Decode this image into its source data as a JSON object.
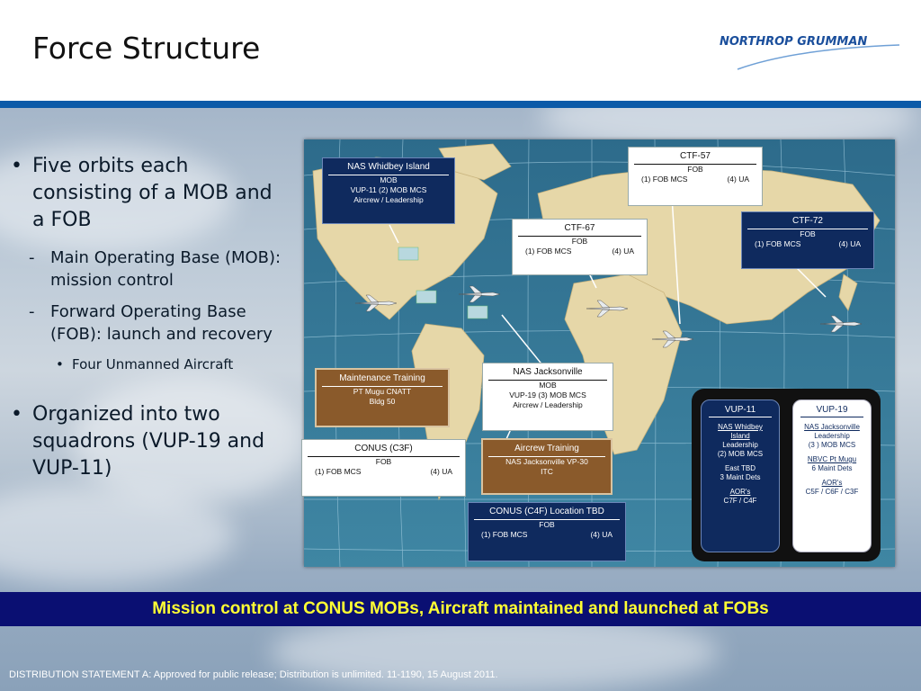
{
  "slide": {
    "title": "Force Structure",
    "logo_text": "NORTHROP GRUMMAN",
    "bullets": {
      "b1": "Five orbits each consisting of a MOB and a FOB",
      "b1_sub1": "Main Operating Base (MOB): mission control",
      "b1_sub2": "Forward Operating Base (FOB): launch and recovery",
      "b1_sub2_sub": "Four Unmanned Aircraft",
      "b2": "Organized into two squadrons (VUP-19 and VUP-11)"
    },
    "bullet_symbol": "•",
    "dash_symbol": "-",
    "banner": "Mission control at CONUS MOBs, Aircraft maintained and launched at FOBs",
    "footer": "DISTRIBUTION STATEMENT A: Approved for public release; Distribution is unlimited. 11-1190,  15 August  2011."
  },
  "map": {
    "whidbey": {
      "title": "NAS Whidbey Island",
      "l1": "MOB",
      "l2": "VUP-11 (2) MOB MCS",
      "l3": "Aircrew  /  Leadership"
    },
    "ctf57": {
      "title": "CTF-57",
      "l1": "FOB",
      "left": "(1) FOB MCS",
      "right": "(4) UA"
    },
    "ctf67": {
      "title": "CTF-67",
      "l1": "FOB",
      "left": "(1) FOB MCS",
      "right": "(4) UA"
    },
    "ctf72": {
      "title": "CTF-72",
      "l1": "FOB",
      "left": "(1) FOB MCS",
      "right": "(4) UA"
    },
    "maint": {
      "title": "Maintenance Training",
      "l1": "PT Mugu CNATT",
      "l2": "Bldg 50"
    },
    "jax": {
      "title": "NAS Jacksonville",
      "l1": "MOB",
      "l2": "VUP-19 (3) MOB MCS",
      "l3": "Aircrew  / Leadership"
    },
    "conus3": {
      "title": "CONUS (C3F)",
      "l1": "FOB",
      "left": "(1) FOB MCS",
      "right": "(4) UA"
    },
    "aircrew": {
      "title": "Aircrew Training",
      "l1": "NAS Jacksonville VP-30",
      "l2": "ITC"
    },
    "conus4": {
      "title": "CONUS (C4F) Location TBD",
      "l1": "FOB",
      "left": "(1) FOB MCS",
      "right": "(4) UA"
    },
    "vup11": {
      "title": "VUP-11",
      "a": "NAS Whidbey",
      "b": "Island",
      "c": "Leadership",
      "d": "(2) MOB MCS",
      "e": "East TBD",
      "f": "3 Maint Dets",
      "g": "AOR's",
      "h": "C7F / C4F"
    },
    "vup19": {
      "title": "VUP-19",
      "a": "NAS Jacksonville",
      "b": "Leadership",
      "c": "(3 ) MOB MCS",
      "d": "NBVC Pt Mugu",
      "e": "6 Maint Dets",
      "f": "AOR's",
      "g": "C5F / C6F / C3F"
    }
  },
  "colors": {
    "banner_bg": "#0a0f72",
    "banner_text": "#ffff33",
    "rule": "#0b5aa8",
    "navy_box": "#0f2a5e",
    "brown_box": "#8a5a2b"
  }
}
